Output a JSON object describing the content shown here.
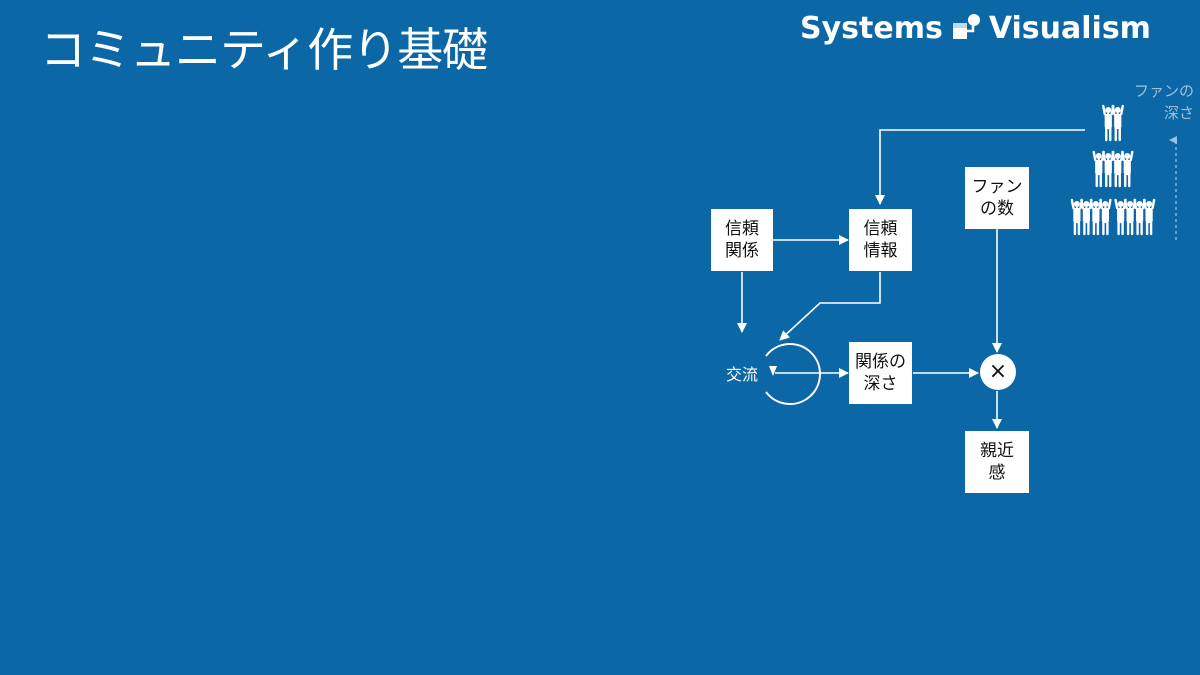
{
  "slide": {
    "title": "コミュニティ作り基礎"
  },
  "brand": {
    "left_word": "Systems",
    "right_word": "Visualism",
    "logo_icon": "systems-visualism-logo"
  },
  "diagram": {
    "nodes": {
      "trust_relationship": {
        "line1": "信頼",
        "line2": "関係"
      },
      "trust_info": {
        "line1": "信頼",
        "line2": "情報"
      },
      "exchange": {
        "label": "交流"
      },
      "relationship_depth": {
        "line1": "関係の",
        "line2": "深さ"
      },
      "fan_count": {
        "line1": "ファン",
        "line2": "の数"
      },
      "multiply": {
        "label": "×"
      },
      "intimacy": {
        "line1": "親近",
        "line2": "感"
      }
    },
    "fan_depth_label": {
      "line1": "ファンの",
      "line2": "深さ"
    },
    "fan_pyramid": {
      "icon": "people-cheering-icon",
      "rows": [
        2,
        4,
        8
      ]
    }
  },
  "colors": {
    "background": "#0c67a6",
    "foreground": "#ffffff",
    "muted": "#9fc0da"
  }
}
